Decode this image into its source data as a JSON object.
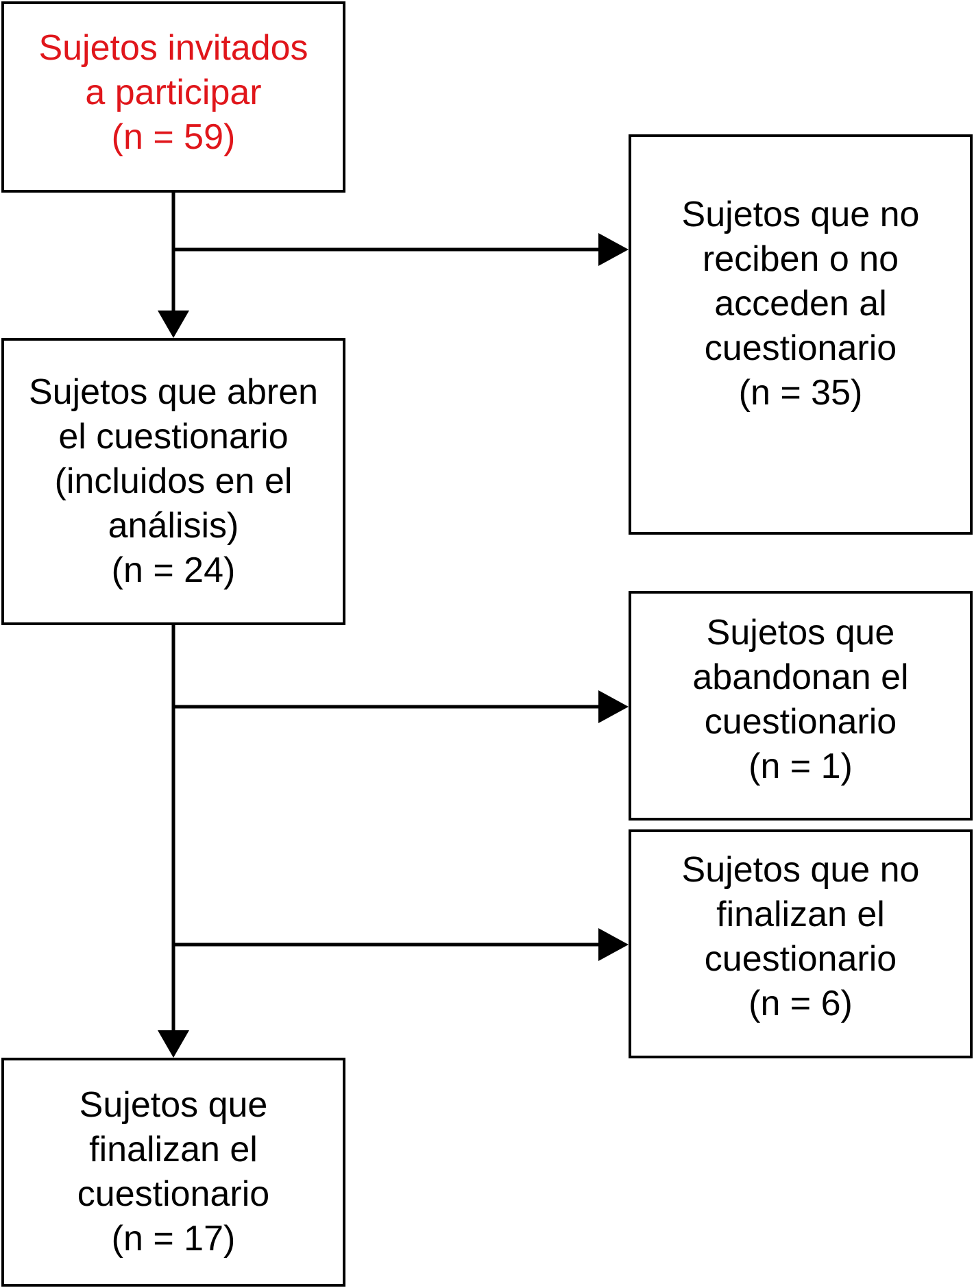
{
  "colors": {
    "highlight_text": "#e0161b",
    "text": "#000000",
    "stroke": "#000000"
  },
  "boxes": {
    "invited": {
      "lines": [
        "Sujetos invitados",
        "a participar",
        "(n = 59)"
      ]
    },
    "not_received": {
      "lines": [
        "Sujetos que no",
        "reciben o no",
        "acceden al",
        "cuestionario",
        "(n = 35)"
      ]
    },
    "opened": {
      "lines": [
        "Sujetos que abren",
        "el cuestionario",
        "(incluidos en el",
        "análisis)",
        "(n = 24)"
      ]
    },
    "abandoned": {
      "lines": [
        "Sujetos que",
        "abandonan el",
        "cuestionario",
        "(n = 1)"
      ]
    },
    "not_finished": {
      "lines": [
        "Sujetos que no",
        "finalizan el",
        "cuestionario",
        "(n = 6)"
      ]
    },
    "finished": {
      "lines": [
        "Sujetos que",
        "finalizan el",
        "cuestionario",
        "(n = 17)"
      ]
    }
  }
}
